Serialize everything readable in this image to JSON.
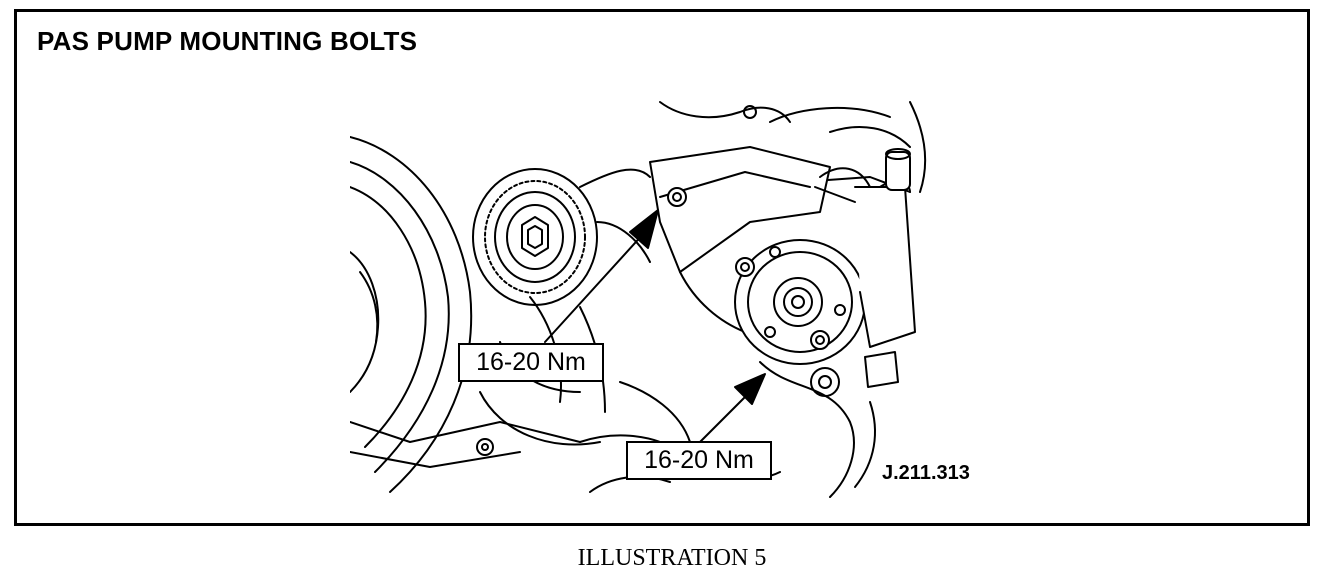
{
  "figure": {
    "title": "PAS PUMP MOUNTING BOLTS",
    "callouts": [
      {
        "label": "16-20 Nm"
      },
      {
        "label": "16-20 Nm"
      }
    ],
    "reference": "J.211.313"
  },
  "caption": "ILLUSTRATION 5",
  "icons": [
    "tensioner-pulley",
    "pas-pump",
    "mounting-bolt",
    "arrow-pointer"
  ]
}
